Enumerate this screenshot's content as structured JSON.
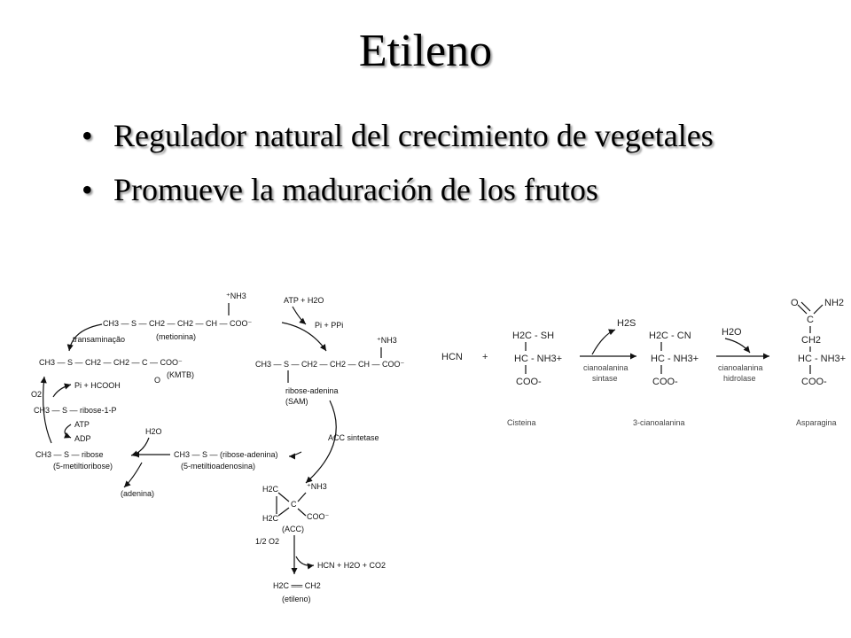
{
  "slide": {
    "title": "Etileno",
    "bullets": [
      "Regulador natural del crecimiento de vegetales",
      "Promueve la maduración de los frutos"
    ]
  },
  "pathway_yang": {
    "methionine_formula": "CH3 — S — CH2 — CH2 — CH — COO⁻",
    "methionine_nh3": "⁺NH3",
    "methionine_name": "(metionina)",
    "atp_h2o": "ATP + H2O",
    "pi_ppi": "Pi + PPi",
    "sam_formula": "CH3 — S — CH2 — CH2 — CH — COO⁻",
    "sam_nh3": "⁺NH3",
    "sam_ribose": "ribose-adenina",
    "sam_name": "(SAM)",
    "transamination": "transaminação",
    "kmtb_formula": "CH3 — S — CH2 — CH2 — C — COO⁻",
    "kmtb_o": "O",
    "kmtb_name": "(KMTB)",
    "pi_hcooh": "Pi + HCOOH",
    "o2": "O2",
    "ribose1p_formula": "CH3 — S — ribose-1-P",
    "atp": "ATP",
    "adp": "ADP",
    "mtr_formula": "CH3 — S — ribose",
    "mtr_name": "(5-metiltioribose)",
    "h2o": "H2O",
    "mta_formula": "CH3 — S — (ribose-adenina)",
    "mta_name": "(5-metiltioadenosina)",
    "adenine": "(adenina)",
    "acc_synthase": "ACC sintetase",
    "acc_h2c_top": "H2C",
    "acc_h2c_bottom": "H2C",
    "acc_c": "C",
    "acc_nh3": "⁺NH3",
    "acc_coo": "COO⁻",
    "acc_name": "(ACC)",
    "half_o2": "1/2 O2",
    "hcn_products": "HCN + H2O + CO2",
    "ethylene_formula": "H2C ══ CH2",
    "ethylene_name": "(etileno)"
  },
  "pathway_cyanide": {
    "hcn": "HCN",
    "plus": "+",
    "cys_l1": "H2C - SH",
    "cys_l2": "HC - NH3+",
    "cys_l3": "COO-",
    "h2s": "H2S",
    "enzyme1_l1": "cianoalanina",
    "enzyme1_l2": "sintase",
    "cna_l1": "H2C - CN",
    "cna_l2": "HC - NH3+",
    "cna_l3": "COO-",
    "h2o": "H2O",
    "enzyme2_l1": "cianoalanina",
    "enzyme2_l2": "hidrolase",
    "asn_o": "O",
    "asn_nh2": "NH2",
    "asn_c": "C",
    "asn_ch2": "CH2",
    "asn_l3": "HC - NH3+",
    "asn_l4": "COO-",
    "name_cys": "Cisteina",
    "name_cna": "3-cianoalanina",
    "name_asn": "Asparagina"
  }
}
